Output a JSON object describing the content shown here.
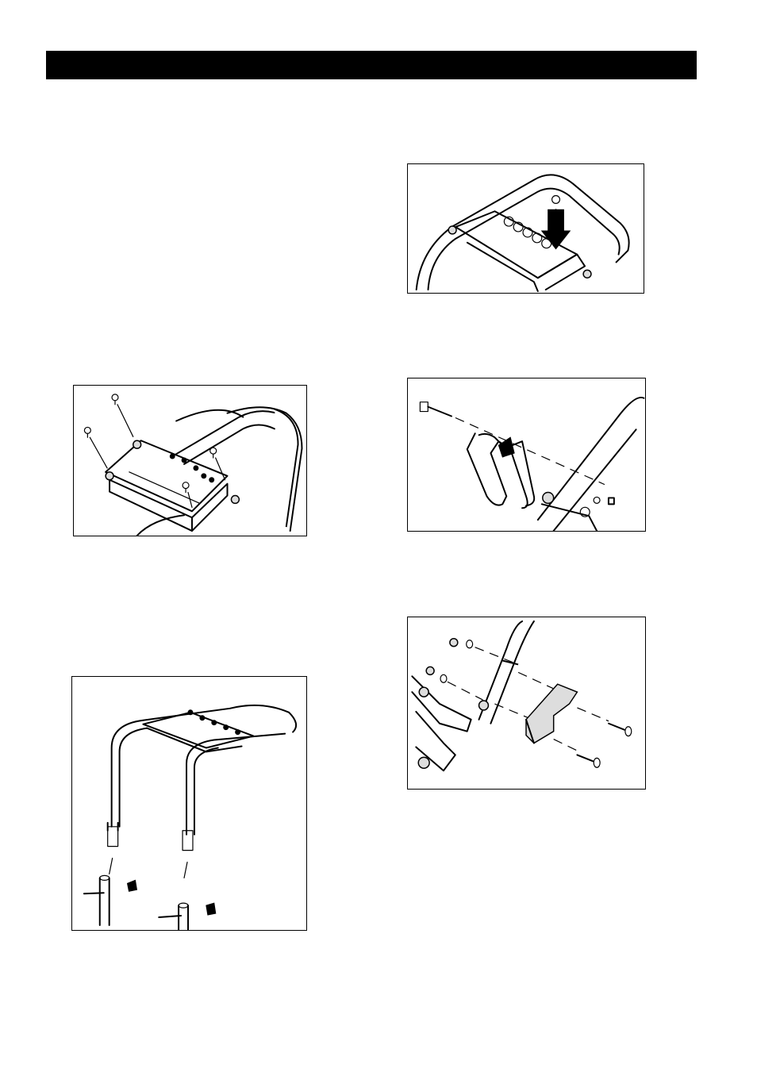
{
  "header": {
    "bar_color": "#000000",
    "title": ""
  },
  "figures": [
    {
      "id": "fig1",
      "name": "control-panel-screws-figure"
    },
    {
      "id": "fig2",
      "name": "upper-handle-assembly-figure"
    },
    {
      "id": "fig3",
      "name": "panel-screw-insert-arrow-figure"
    },
    {
      "id": "fig4",
      "name": "bail-bolt-figure"
    },
    {
      "id": "fig5",
      "name": "bracket-bolts-figure"
    }
  ]
}
